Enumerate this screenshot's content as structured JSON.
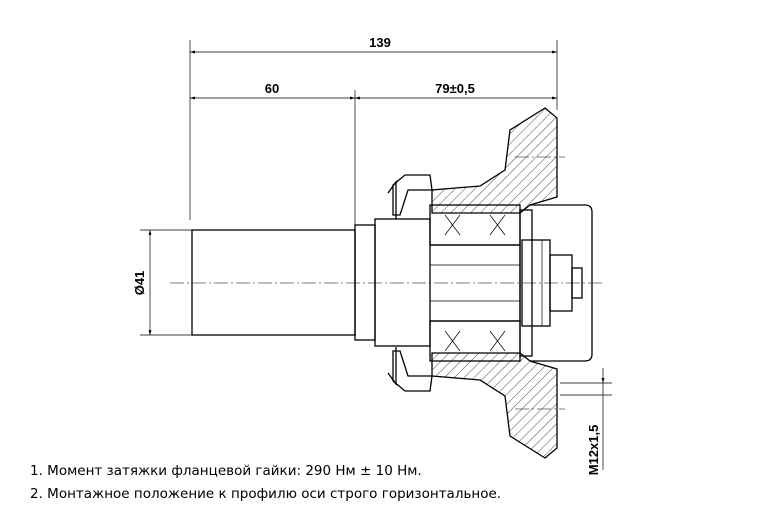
{
  "dimensions": {
    "total_length": "139",
    "stub_length": "60",
    "hub_length": "79±0,5",
    "shaft_diameter": "Ø41",
    "thread": "M12x1,5"
  },
  "notes": [
    "1. Момент затяжки фланцевой гайки: 290 Нм ± 10 Нм.",
    "2. Монтажное положение к профилю оси строго горизонтальное."
  ]
}
